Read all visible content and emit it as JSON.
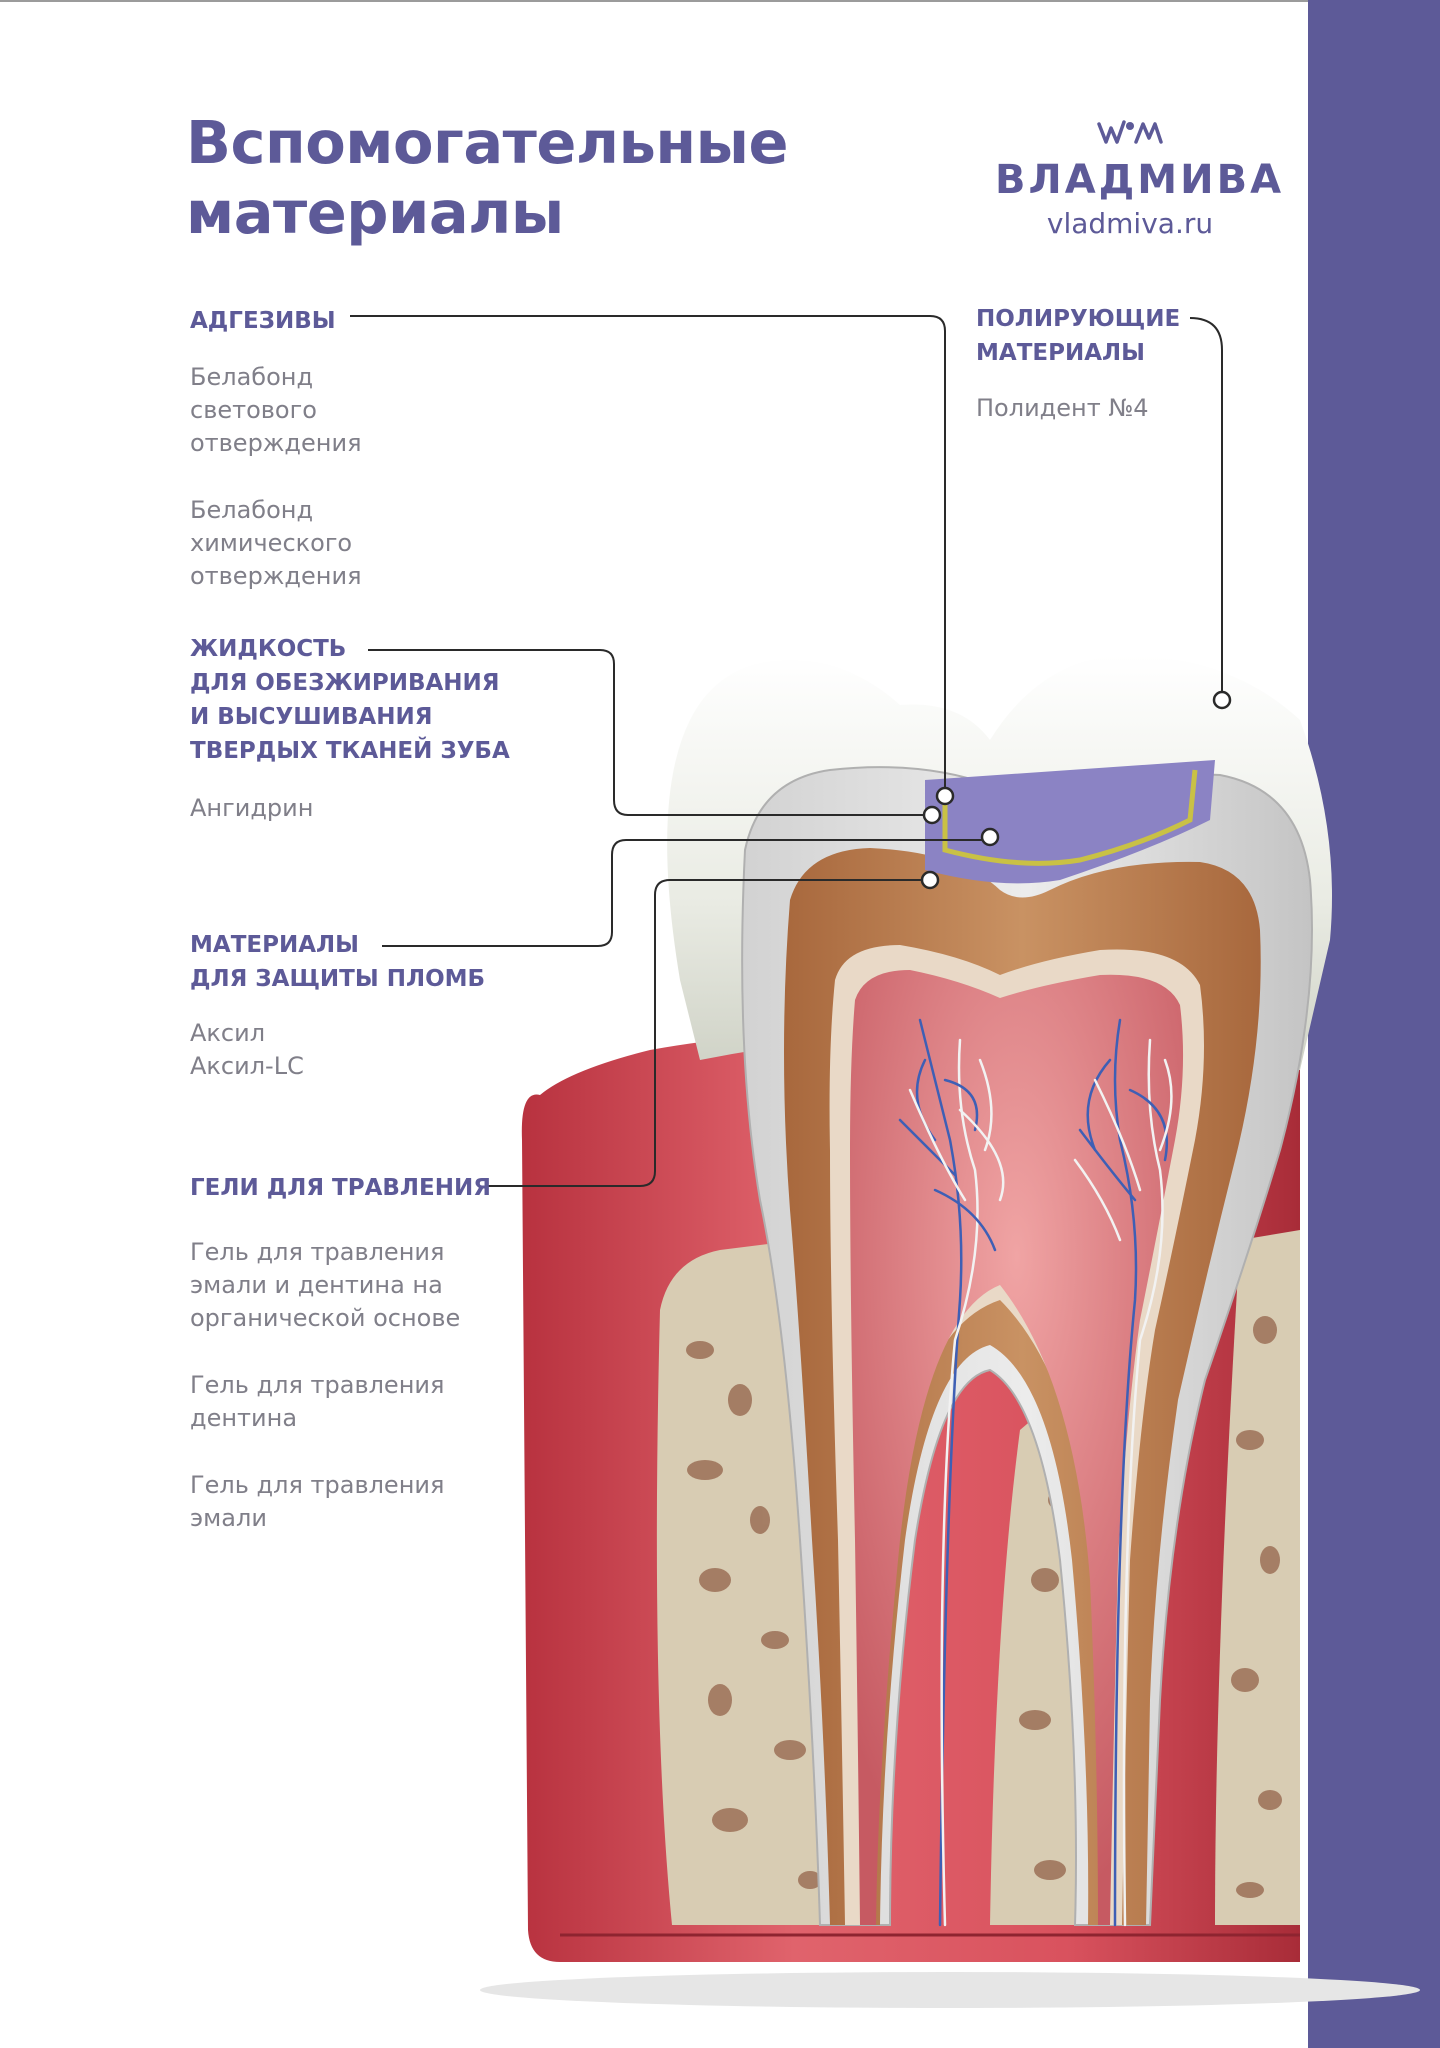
{
  "title": [
    "Вспомогательные",
    "материалы"
  ],
  "brand": {
    "name": "ВЛАДМИВА",
    "url": "vladmiva.ru",
    "logo_icon": "vvv-crown-mark",
    "accent": "#5d5a98"
  },
  "sections": {
    "adhesives": {
      "heading": [
        "АДГЕЗИВЫ"
      ],
      "items": [
        [
          "Белабонд",
          "светового",
          "отверждения"
        ],
        [
          "Белабонд",
          "химического",
          "отверждения"
        ]
      ]
    },
    "polishing": {
      "heading": [
        "ПОЛИРУЮЩИЕ",
        "МАТЕРИАЛЫ"
      ],
      "items": [
        [
          "Полидент №4"
        ]
      ]
    },
    "degreasing": {
      "heading": [
        "ЖИДКОСТЬ",
        "ДЛЯ ОБЕЗЖИРИВАНИЯ",
        "И ВЫСУШИВАНИЯ",
        "ТВЕРДЫХ ТКАНЕЙ ЗУБА"
      ],
      "items": [
        [
          "Ангидрин"
        ]
      ]
    },
    "protection": {
      "heading": [
        "МАТЕРИАЛЫ",
        "ДЛЯ ЗАЩИТЫ ПЛОМБ"
      ],
      "items": [
        [
          "Аксил",
          "Аксил-LC"
        ]
      ]
    },
    "etching": {
      "heading": [
        "ГЕЛИ ДЛЯ ТРАВЛЕНИЯ"
      ],
      "items": [
        [
          "Гель для травления",
          "эмали и дентина на",
          "органической основе"
        ],
        [
          "Гель для травления",
          "дентина"
        ],
        [
          "Гель для травления",
          "эмали"
        ]
      ]
    }
  },
  "colors": {
    "heading": "#5d5a98",
    "body_text": "#807f89",
    "band": "#5d5a98",
    "gum": "#d9525e",
    "enamel": "#cfcfcf",
    "dentin": "#b97c4e",
    "pulp": "#d98486",
    "bone": "#d8ccb3",
    "filling": "#8b83c4",
    "adhesive_line": "#c9c145"
  }
}
